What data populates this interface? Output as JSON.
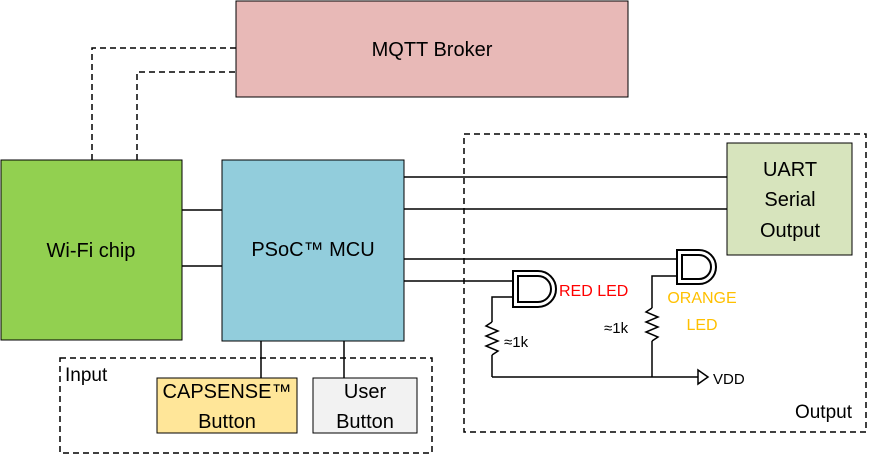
{
  "blocks": {
    "mqtt": "MQTT Broker",
    "wifi": "Wi-Fi chip",
    "psoc": "PSoC™ MCU",
    "uart": [
      "UART",
      "Serial",
      "Output"
    ],
    "capsense": [
      "CAPSENSE™",
      "Button"
    ],
    "user_button": [
      "User",
      "Button"
    ]
  },
  "groups": {
    "input": "Input",
    "output": "Output"
  },
  "leds": {
    "red": "RED LED",
    "orange": [
      "ORANGE",
      "LED"
    ]
  },
  "resistors": {
    "left": "≈1k",
    "right": "≈1k"
  },
  "supply": "VDD",
  "colors": {
    "mqtt_fill": "#e8b9b7",
    "wifi_fill": "#92d050",
    "psoc_fill": "#92cddc",
    "uart_fill": "#d7e4bd",
    "capsense_fill": "#ffe699",
    "user_fill": "#f2f2f2",
    "red_led_text": "#ff0000",
    "orange_led_text": "#ffc000"
  }
}
